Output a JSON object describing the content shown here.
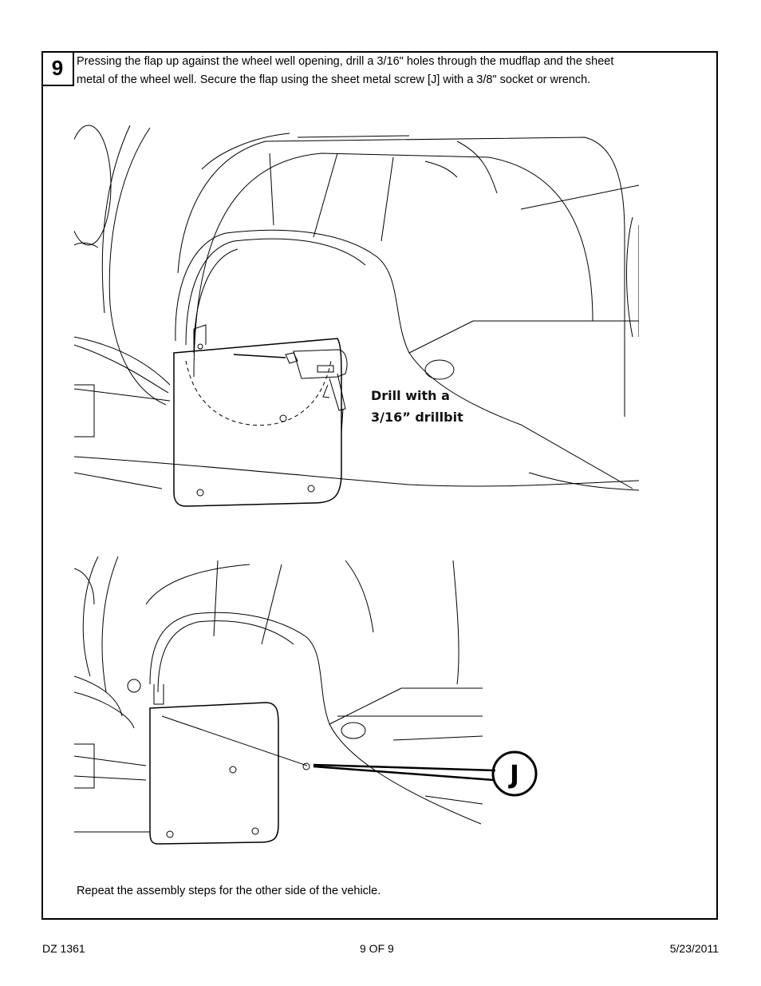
{
  "step": {
    "number": "9",
    "instructions": "Pressing the flap up against the wheel well opening, drill a 3/16\" holes through the mudflap and the sheet metal of the wheel well.  Secure the flap using the sheet metal screw [J] with a 3/8\" socket or wrench."
  },
  "figure1": {
    "callout_line1": "Drill with a",
    "callout_line2": "3/16” drillbit"
  },
  "figure2": {
    "part_label": "J"
  },
  "closing_note": "Repeat the assembly steps for the other side of the vehicle.",
  "footer": {
    "doc_number": "DZ 1361",
    "page": "9 OF 9",
    "date": "5/23/2011"
  }
}
